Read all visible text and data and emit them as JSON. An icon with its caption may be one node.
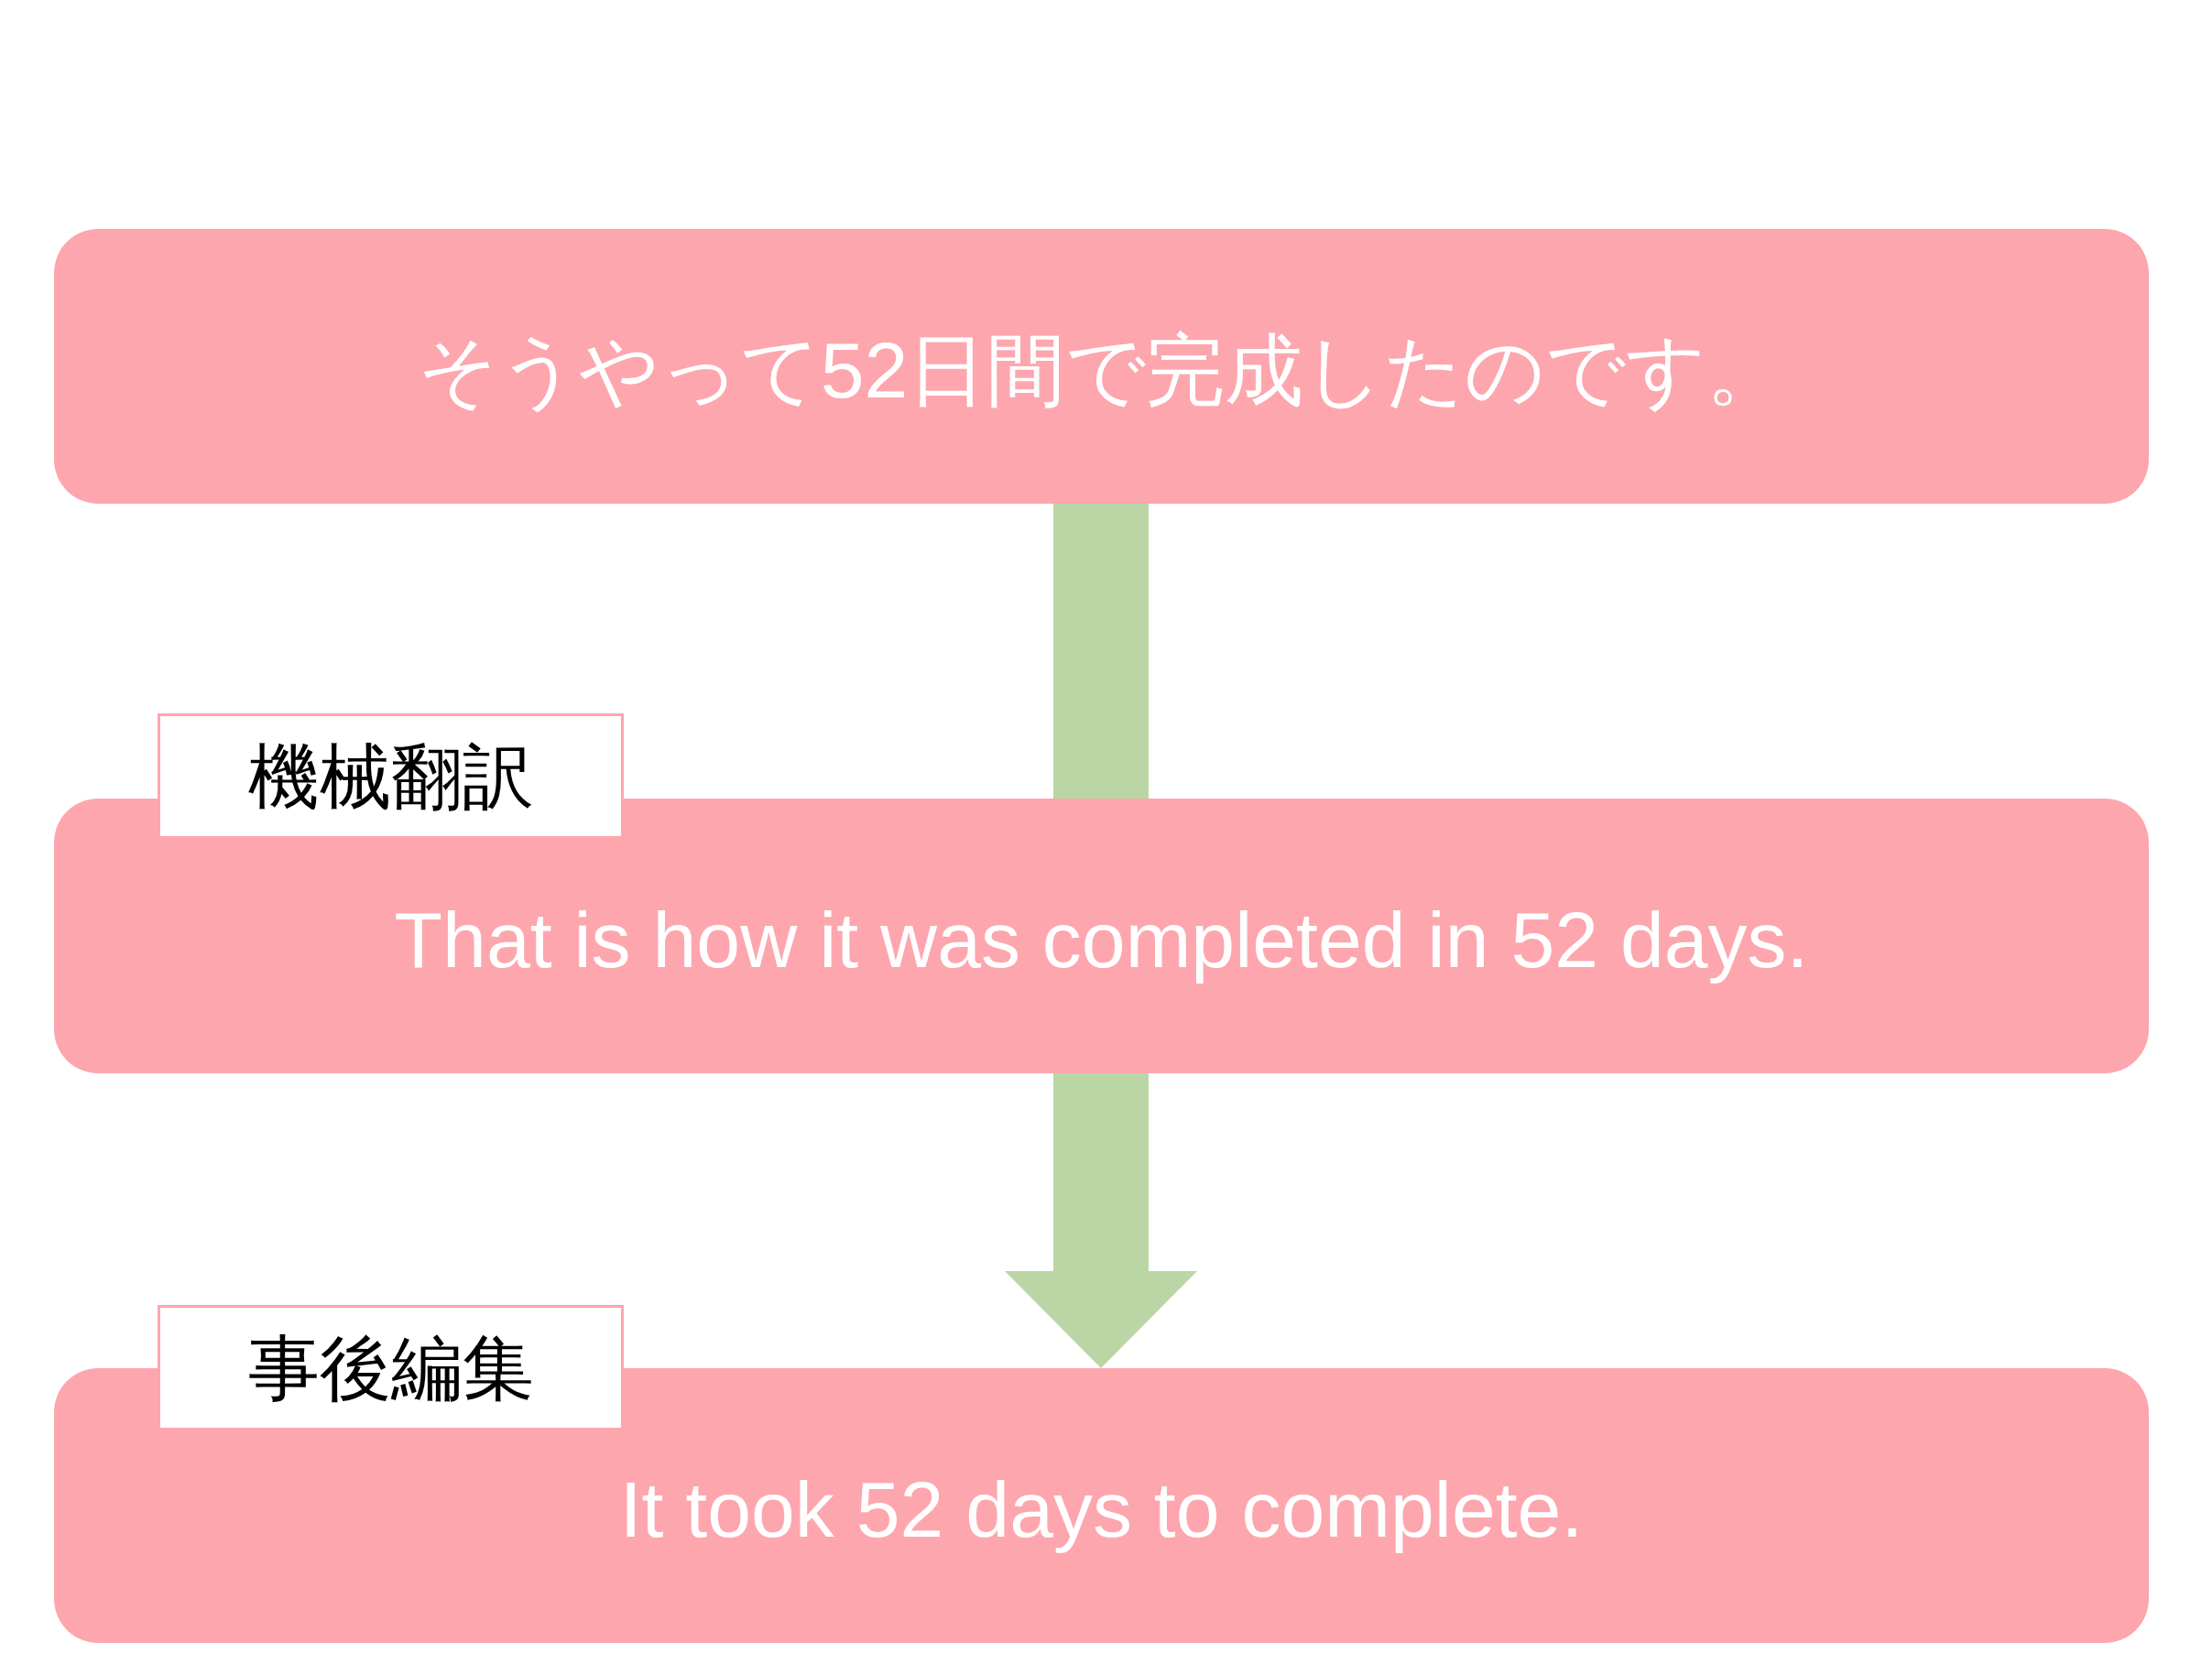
{
  "diagram": {
    "nodes": [
      {
        "text": [
          "そうやって52日間で完成したのです。"
        ]
      },
      {
        "text": [
          "機械翻訳"
        ]
      },
      {
        "text": [
          "That is how it was completed in 52 days."
        ]
      },
      {
        "text": [
          "事後編集"
        ]
      },
      {
        "text": [
          "It took 52 days to complete."
        ]
      }
    ],
    "edges": [
      {
        "from": 0,
        "to": 2,
        "arrow": "none",
        "style": "thick",
        "color": "#bbd6a5"
      },
      {
        "from": 2,
        "to": 4,
        "arrow": "to",
        "style": "thick",
        "color": "#bbd6a5"
      }
    ]
  }
}
